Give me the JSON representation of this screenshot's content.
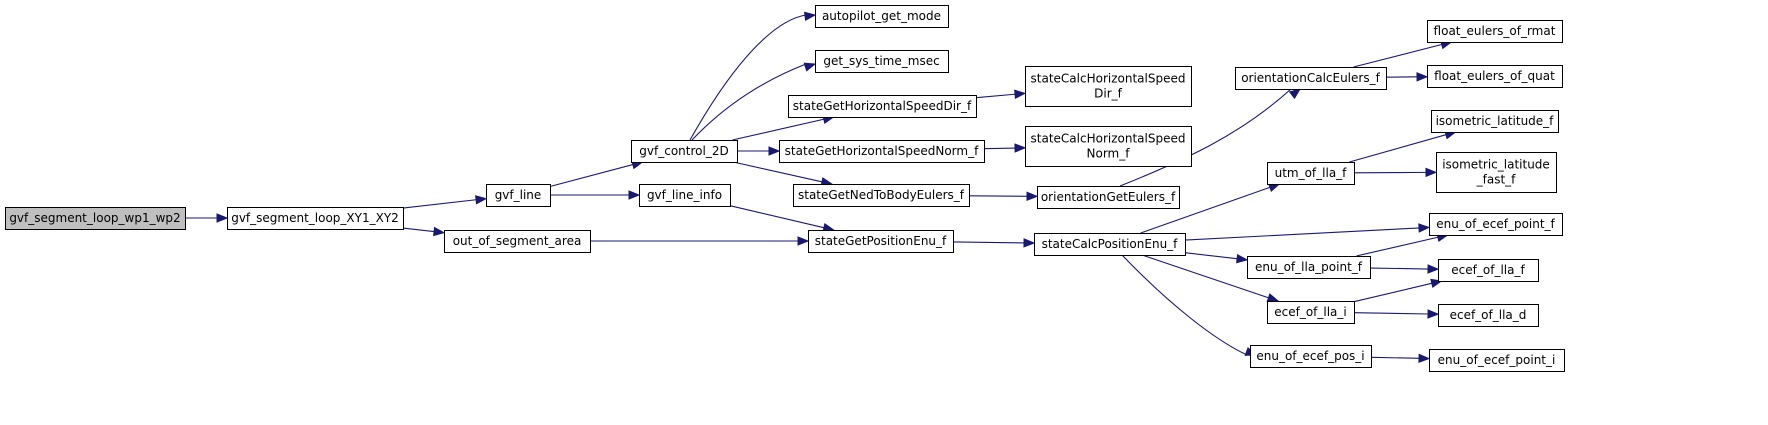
{
  "nodes": [
    {
      "id": "gvf_segment_loop_wp1_wp2",
      "lines": [
        "gvf_segment_loop_wp1_wp2"
      ],
      "highlight": true
    },
    {
      "id": "gvf_segment_loop_XY1_XY2",
      "lines": [
        "gvf_segment_loop_XY1_XY2"
      ]
    },
    {
      "id": "gvf_line",
      "lines": [
        "gvf_line"
      ]
    },
    {
      "id": "out_of_segment_area",
      "lines": [
        "out_of_segment_area"
      ]
    },
    {
      "id": "gvf_control_2D",
      "lines": [
        "gvf_control_2D"
      ]
    },
    {
      "id": "gvf_line_info",
      "lines": [
        "gvf_line_info"
      ]
    },
    {
      "id": "autopilot_get_mode",
      "lines": [
        "autopilot_get_mode"
      ]
    },
    {
      "id": "get_sys_time_msec",
      "lines": [
        "get_sys_time_msec"
      ]
    },
    {
      "id": "stateGetHorizontalSpeedDir_f",
      "lines": [
        "stateGetHorizontalSpeedDir_f"
      ]
    },
    {
      "id": "stateGetHorizontalSpeedNorm_f",
      "lines": [
        "stateGetHorizontalSpeedNorm_f"
      ]
    },
    {
      "id": "stateGetNedToBodyEulers_f",
      "lines": [
        "stateGetNedToBodyEulers_f"
      ]
    },
    {
      "id": "stateGetPositionEnu_f",
      "lines": [
        "stateGetPositionEnu_f"
      ]
    },
    {
      "id": "stateCalcHorizontalSpeedDir_f",
      "lines": [
        "stateCalcHorizontalSpeed",
        "Dir_f"
      ]
    },
    {
      "id": "stateCalcHorizontalSpeedNorm_f",
      "lines": [
        "stateCalcHorizontalSpeed",
        "Norm_f"
      ]
    },
    {
      "id": "orientationGetEulers_f",
      "lines": [
        "orientationGetEulers_f"
      ]
    },
    {
      "id": "stateCalcPositionEnu_f",
      "lines": [
        "stateCalcPositionEnu_f"
      ]
    },
    {
      "id": "orientationCalcEulers_f",
      "lines": [
        "orientationCalcEulers_f"
      ]
    },
    {
      "id": "utm_of_lla_f",
      "lines": [
        "utm_of_lla_f"
      ]
    },
    {
      "id": "enu_of_lla_point_f",
      "lines": [
        "enu_of_lla_point_f"
      ]
    },
    {
      "id": "ecef_of_lla_i",
      "lines": [
        "ecef_of_lla_i"
      ]
    },
    {
      "id": "enu_of_ecef_pos_i",
      "lines": [
        "enu_of_ecef_pos_i"
      ]
    },
    {
      "id": "float_eulers_of_rmat",
      "lines": [
        "float_eulers_of_rmat"
      ]
    },
    {
      "id": "float_eulers_of_quat",
      "lines": [
        "float_eulers_of_quat"
      ]
    },
    {
      "id": "isometric_latitude_f",
      "lines": [
        "isometric_latitude_f"
      ]
    },
    {
      "id": "isometric_latitude_fast_f",
      "lines": [
        "isometric_latitude",
        "_fast_f"
      ]
    },
    {
      "id": "enu_of_ecef_point_f",
      "lines": [
        "enu_of_ecef_point_f"
      ]
    },
    {
      "id": "ecef_of_lla_f",
      "lines": [
        "ecef_of_lla_f"
      ]
    },
    {
      "id": "ecef_of_lla_d",
      "lines": [
        "ecef_of_lla_d"
      ]
    },
    {
      "id": "enu_of_ecef_point_i",
      "lines": [
        "enu_of_ecef_point_i"
      ]
    }
  ],
  "edges": [
    [
      "gvf_segment_loop_wp1_wp2",
      "gvf_segment_loop_XY1_XY2"
    ],
    [
      "gvf_segment_loop_XY1_XY2",
      "gvf_line"
    ],
    [
      "gvf_segment_loop_XY1_XY2",
      "out_of_segment_area"
    ],
    [
      "gvf_line",
      "gvf_control_2D"
    ],
    [
      "gvf_line",
      "gvf_line_info"
    ],
    [
      "gvf_control_2D",
      "autopilot_get_mode"
    ],
    [
      "gvf_control_2D",
      "get_sys_time_msec"
    ],
    [
      "gvf_control_2D",
      "stateGetHorizontalSpeedDir_f"
    ],
    [
      "gvf_control_2D",
      "stateGetHorizontalSpeedNorm_f"
    ],
    [
      "gvf_control_2D",
      "stateGetNedToBodyEulers_f"
    ],
    [
      "gvf_line_info",
      "stateGetPositionEnu_f"
    ],
    [
      "out_of_segment_area",
      "stateGetPositionEnu_f"
    ],
    [
      "stateGetHorizontalSpeedDir_f",
      "stateCalcHorizontalSpeedDir_f"
    ],
    [
      "stateGetHorizontalSpeedNorm_f",
      "stateCalcHorizontalSpeedNorm_f"
    ],
    [
      "stateGetNedToBodyEulers_f",
      "orientationGetEulers_f"
    ],
    [
      "stateGetPositionEnu_f",
      "stateCalcPositionEnu_f"
    ],
    [
      "orientationGetEulers_f",
      "orientationCalcEulers_f"
    ],
    [
      "orientationCalcEulers_f",
      "float_eulers_of_rmat"
    ],
    [
      "orientationCalcEulers_f",
      "float_eulers_of_quat"
    ],
    [
      "stateCalcPositionEnu_f",
      "utm_of_lla_f"
    ],
    [
      "stateCalcPositionEnu_f",
      "enu_of_ecef_point_f"
    ],
    [
      "stateCalcPositionEnu_f",
      "enu_of_lla_point_f"
    ],
    [
      "stateCalcPositionEnu_f",
      "ecef_of_lla_i"
    ],
    [
      "stateCalcPositionEnu_f",
      "enu_of_ecef_pos_i"
    ],
    [
      "utm_of_lla_f",
      "isometric_latitude_f"
    ],
    [
      "utm_of_lla_f",
      "isometric_latitude_fast_f"
    ],
    [
      "enu_of_lla_point_f",
      "enu_of_ecef_point_f"
    ],
    [
      "enu_of_lla_point_f",
      "ecef_of_lla_f"
    ],
    [
      "ecef_of_lla_i",
      "ecef_of_lla_f"
    ],
    [
      "ecef_of_lla_i",
      "ecef_of_lla_d"
    ],
    [
      "enu_of_ecef_pos_i",
      "enu_of_ecef_point_i"
    ]
  ],
  "colors": {
    "edge": "#191970",
    "highlight_fill": "#bfbfbf",
    "node_fill": "#ffffff",
    "node_border": "#000000"
  }
}
